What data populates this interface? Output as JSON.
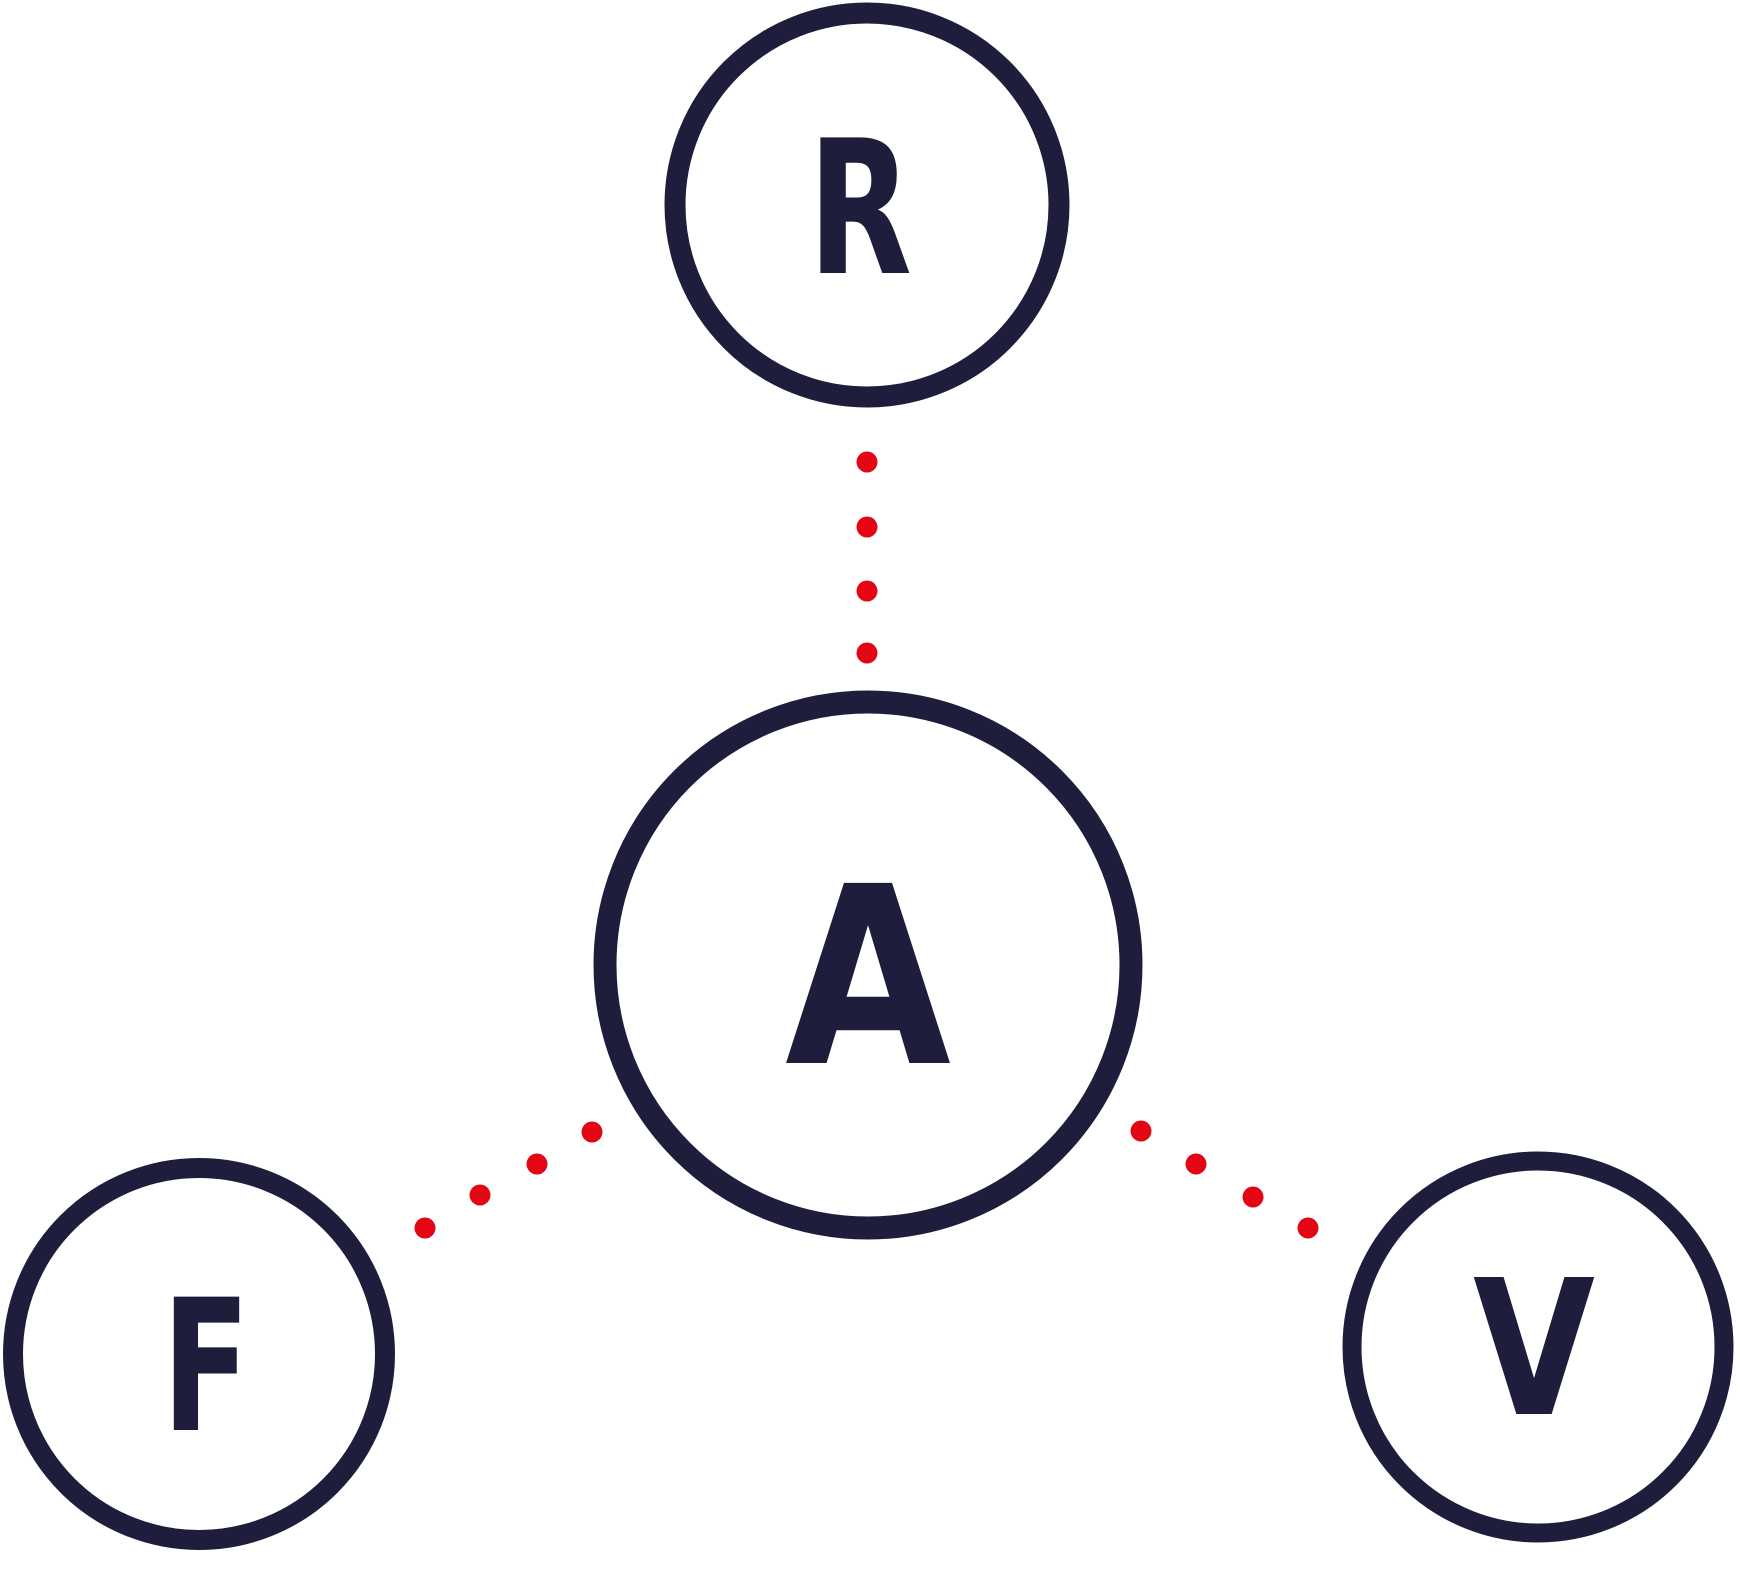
{
  "diagram": {
    "description": "Four letter nodes in circles; central A connected by red dotted lines to R (top), F (bottom-left) and V (bottom-right)",
    "nodes": {
      "center": {
        "id": "A",
        "label": "A"
      },
      "top": {
        "id": "R",
        "label": "R"
      },
      "bottom_left": {
        "id": "F",
        "label": "F"
      },
      "bottom_right": {
        "id": "V",
        "label": "V"
      }
    },
    "edges": [
      {
        "from": "A",
        "to": "R",
        "style": "dotted",
        "dot_count": 4
      },
      {
        "from": "A",
        "to": "F",
        "style": "dotted",
        "dot_count": 4
      },
      {
        "from": "A",
        "to": "V",
        "style": "dotted",
        "dot_count": 4
      }
    ],
    "colors": {
      "node_stroke": "#1E1E3C",
      "label": "#1E1E3C",
      "connector_dot": "#E30613",
      "background": "#FFFFFF"
    }
  }
}
